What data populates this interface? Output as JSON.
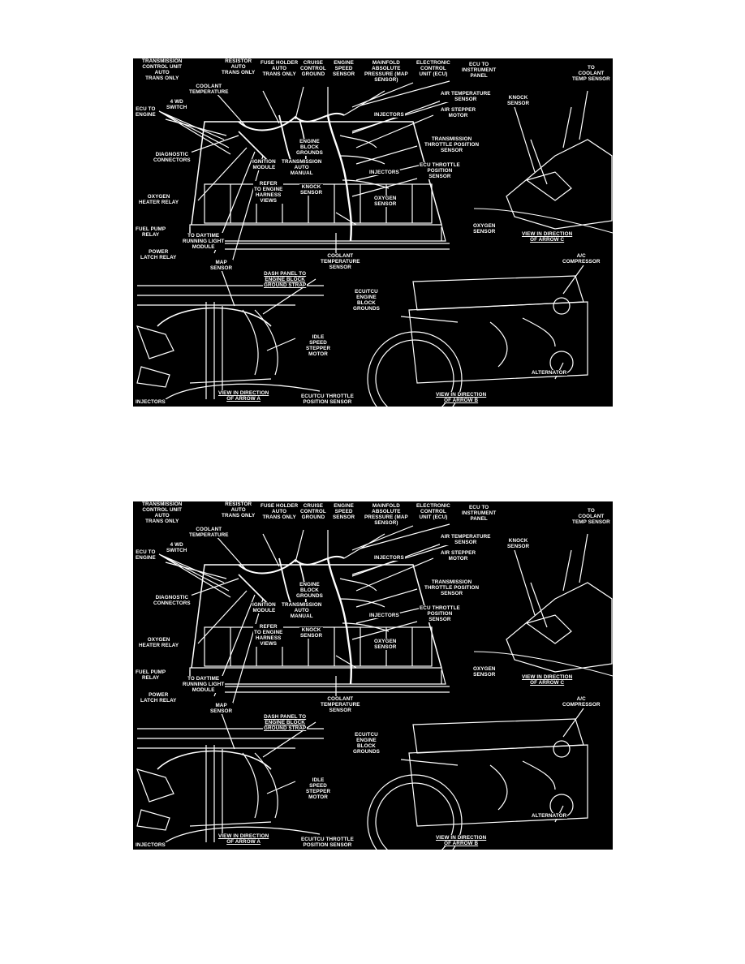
{
  "labels": {
    "trans_cu": "TRANSMISSION\nCONTROL UNIT\nAUTO\nTRANS ONLY",
    "resistor": "RESISTOR\nAUTO\nTRANS ONLY",
    "fuse_holder": "FUSE HOLDER\nAUTO\nTRANS ONLY",
    "cruise": "CRUISE\nCONTROL\nGROUND",
    "eng_speed": "ENGINE\nSPEED\nSENSOR",
    "map_top": "MAINFOLD\nABSOLUTE\nPRESSURE (MAP\nSENSOR)",
    "ecu": "ELECTRONIC\nCONTROL\nUNIT (ECU)",
    "ecu_panel": "ECU TO\nINSTRUMENT\nPANEL",
    "coolant_temp": "COOLANT\nTEMPERATURE",
    "fwd": "4 WD\nSWITCH",
    "ecu_engine": "ECU TO\nENGINE",
    "air_temp": "AIR TEMPERATURE\nSENSOR",
    "air_stepper": "AIR STEPPER\nMOTOR",
    "injectors_mid": "INJECTORS",
    "trans_tps": "TRANSMISSION\nTHROTTLE POSITION\nSENSOR",
    "eng_block_gnd": "ENGINE\nBLOCK\nGROUNDS",
    "diag": "DIAGNOSTIC\nCONNECTORS",
    "ign_module": "IGNITION\nMODULE",
    "trans_auto_manual": "TRANSMISSION\nAUTO\nMANUAL",
    "ecu_tps": "ECU THROTTLE\nPOSITION\nSENSOR",
    "injectors_low": "INJECTORS",
    "refer": "REFER\nTO ENGINE\nHARNESS\nVIEWS",
    "knock_mid": "KNOCK\nSENSOR",
    "oxygen_mid": "OXYGEN\nSENSOR",
    "oxy_heater": "OXYGEN\nHEATER RELAY",
    "fuel_pump": "FUEL PUMP\nRELAY",
    "daytime": "TO DAYTIME\nRUNNING LIGHT\nMODULE",
    "power_latch": "POWER\nLATCH RELAY",
    "coolant_temp_sensor": "COOLANT\nTEMPERATURE\nSENSOR",
    "to_coolant": "TO\nCOOLANT\nTEMP SENSOR",
    "knock_right": "KNOCK\nSENSOR",
    "oxygen_right": "OXYGEN\nSENSOR",
    "view_c": "VIEW IN DIRECTION\nOF ARROW C",
    "map_sensor": "MAP\nSENSOR",
    "dash_panel": "DASH PANEL TO\nENGINE BLOCK\nGROUND STRAP",
    "idle": "IDLE\nSPEED\nSTEPPER\nMOTOR",
    "injectors_bl": "INJECTORS",
    "view_a": "VIEW IN DIRECTION\nOF ARROW A",
    "ecu_tcu_tps": "ECU/TCU THROTTLE\nPOSITION SENSOR",
    "ecu_tcu_gnd": "ECU/TCU\nENGINE\nBLOCK\nGROUNDS",
    "ac": "A/C\nCOMPRESSOR",
    "view_b": "VIEW IN DIRECTION\nOF ARROW B",
    "alternator": "ALTERNATOR"
  }
}
